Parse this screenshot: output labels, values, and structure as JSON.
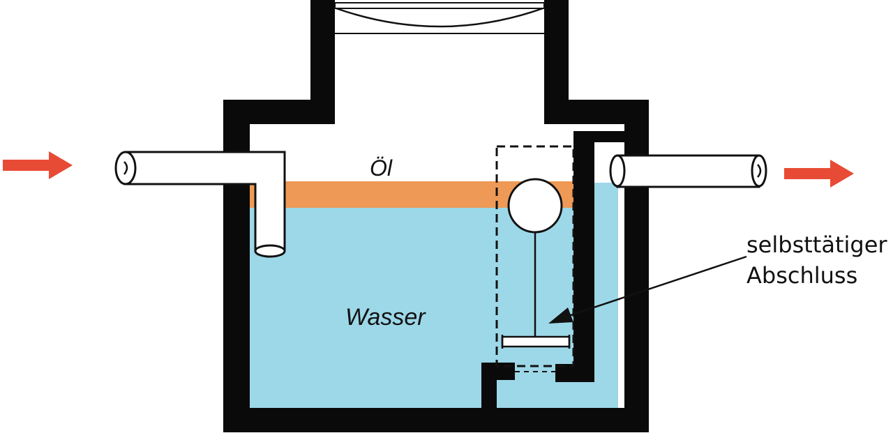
{
  "labels": {
    "oil": "Öl",
    "water": "Wasser",
    "valve_line1": "selbsttätiger",
    "valve_line2": "Abschluss"
  },
  "colors": {
    "wall": "#0a0a0a",
    "water": "#9dd8e8",
    "oil": "#ee9a56",
    "flow_arrow": "#e84b35",
    "pipe_fill": "#ffffff",
    "line": "#111111"
  },
  "icons": {
    "inflow": "flow-arrow-right-icon",
    "outflow": "flow-arrow-right-icon",
    "float": "float-ball-icon"
  }
}
